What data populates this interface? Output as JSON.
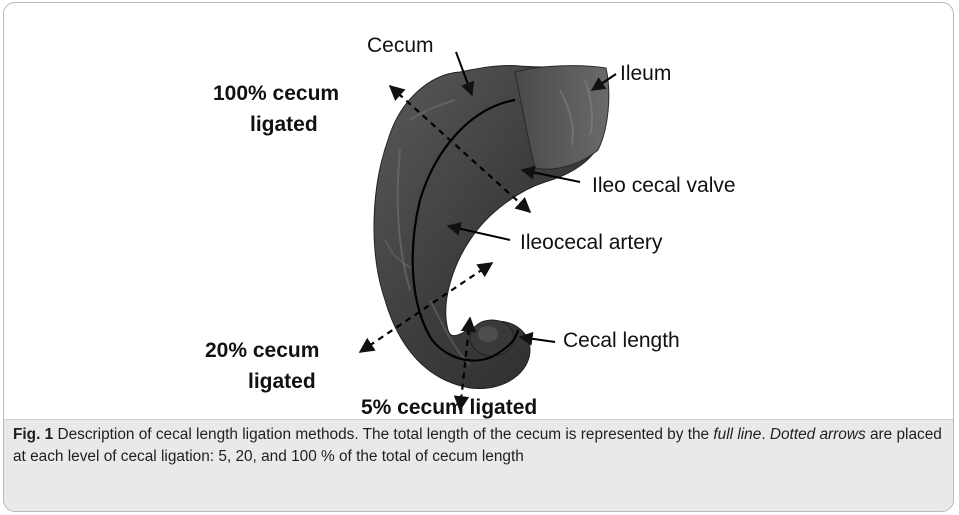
{
  "figure": {
    "labels": {
      "cecum": "Cecum",
      "ileum": "Ileum",
      "ileo_cecal_valve": "Ileo cecal valve",
      "ileocecal_artery": "Ileocecal artery",
      "cecal_length": "Cecal length",
      "ligated_100_line1": "100% cecum",
      "ligated_100_line2": "ligated",
      "ligated_20_line1": "20% cecum",
      "ligated_20_line2": "ligated",
      "ligated_5": "5% cecum ligated"
    }
  },
  "caption": {
    "fig_label": "Fig. 1",
    "text_1": " Description of cecal length ligation methods. The total length of the cecum is represented by the ",
    "italic_1": "full line",
    "text_2": ". ",
    "italic_2": "Dotted arrows",
    "text_3": " are placed at each level of cecal ligation: 5, 20, and 100 % of the total of cecum length"
  }
}
